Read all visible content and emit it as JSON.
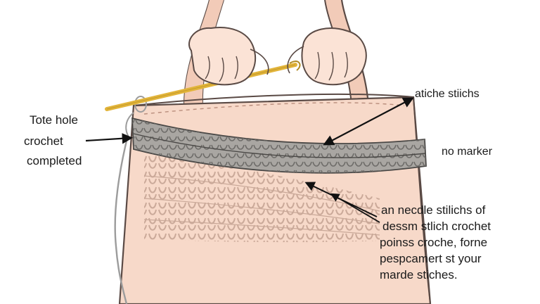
{
  "labels": {
    "tote_hole_line1": "Tote hole",
    "tote_hole_line2": "crochet",
    "tote_hole_line3": "completed",
    "top_right": "atiche stiichs",
    "mid_right": "no marker",
    "note_lines": [
      "an necdle stilichs of",
      "dessm stlich crochet",
      "poinss croche, forne",
      "pespcamert st your",
      "marde stiches."
    ]
  },
  "colors": {
    "bag_fill": "#f7d9c9",
    "bag_outline": "#5a4a45",
    "stitch_band": "#a9a6a2",
    "skin": "#fbe3d6",
    "hook": "#e2b43a",
    "yarn": "#9c9c9c",
    "arrow": "#111111"
  }
}
